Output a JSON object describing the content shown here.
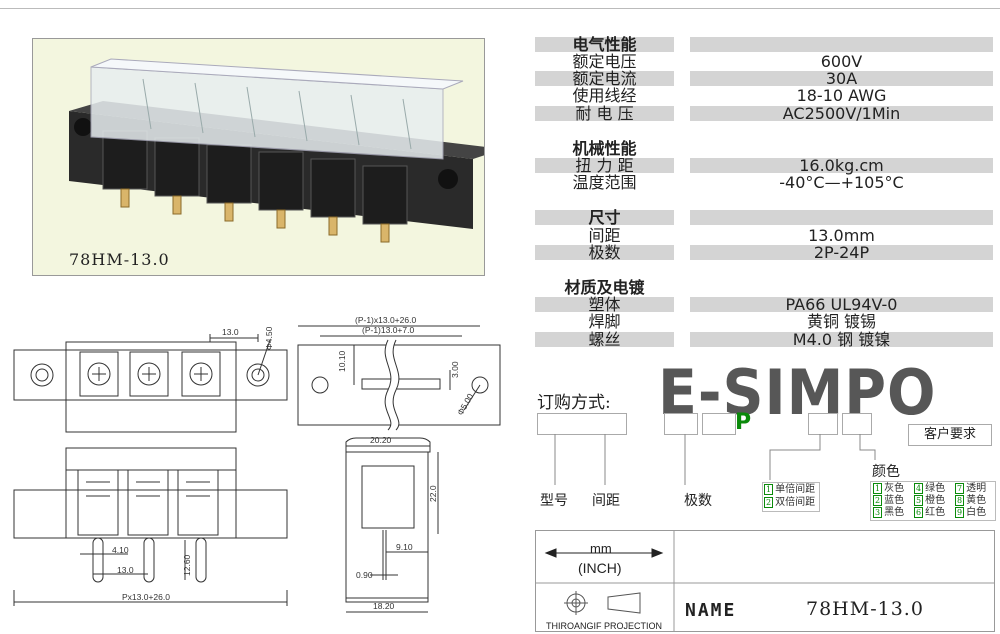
{
  "product": {
    "photo_caption": "78HM-13.0"
  },
  "specs": [
    {
      "label": "电气性能",
      "value": "",
      "header": true
    },
    {
      "label": "额定电压",
      "value": "600V"
    },
    {
      "label": "额定电流",
      "value": "30A"
    },
    {
      "label": "使用线经",
      "value": "18-10 AWG"
    },
    {
      "label": "耐 电 压",
      "value": "AC2500V/1Min"
    },
    {
      "label": "机械性能",
      "value": "",
      "header": true
    },
    {
      "label": "扭 力 距",
      "value": "16.0kg.cm"
    },
    {
      "label": "温度范围",
      "value": "-40°C—+105°C"
    },
    {
      "label": "尺寸",
      "value": "",
      "header": true
    },
    {
      "label": "间距",
      "value": "13.0mm"
    },
    {
      "label": "极数",
      "value": "2P-24P"
    },
    {
      "label": "材质及电镀",
      "value": "",
      "header": true
    },
    {
      "label": "塑体",
      "value": "PA66  UL94V-0"
    },
    {
      "label": "焊脚",
      "value": "黄铜 镀锡"
    },
    {
      "label": "螺丝",
      "value": "M4.0 钢 镀镍"
    },
    {
      "label": "",
      "value": ""
    }
  ],
  "order": {
    "title": "订购方式:",
    "brand": "E-SIMPO",
    "brand_p": "P",
    "customer_req": "客户要求",
    "labels": {
      "model": "型号",
      "pitch": "间距",
      "poles": "极数",
      "color": "颜色"
    },
    "pitch_options": [
      {
        "num": "1",
        "text": "单倍间距"
      },
      {
        "num": "2",
        "text": "双倍间距"
      }
    ],
    "colors": [
      {
        "num": "1",
        "text": "灰色"
      },
      {
        "num": "4",
        "text": "绿色"
      },
      {
        "num": "7",
        "text": "透明"
      },
      {
        "num": "2",
        "text": "蓝色"
      },
      {
        "num": "5",
        "text": "橙色"
      },
      {
        "num": "8",
        "text": "黄色"
      },
      {
        "num": "3",
        "text": "黑色"
      },
      {
        "num": "6",
        "text": "红色"
      },
      {
        "num": "9",
        "text": "白色"
      }
    ]
  },
  "title_block": {
    "unit_mm": "mm",
    "unit_inch": "(INCH)",
    "projection": "THIROANGIF PROJECTION",
    "name_label": "NAME",
    "model": "78HM-13.0"
  },
  "drawing": {
    "top_view": {
      "pitch": "13.0",
      "hole": "Φ4.50"
    },
    "side_view": {
      "dim_total": "(P-1)x13.0+26.0",
      "dim_inner": "(P-1)13.0+7.0",
      "height_a": "10.10",
      "slot": "3.00",
      "hole": "Φ5.00"
    },
    "front_view": {
      "pin_a": "4.10",
      "pin_b": "13.0",
      "pin_len": "12.60",
      "total": "Px13.0+26.0"
    },
    "end_view": {
      "width": "20.20",
      "height": "22.0",
      "pin_offset": "9.10",
      "pin_w": "0.90",
      "base": "18.20"
    }
  }
}
